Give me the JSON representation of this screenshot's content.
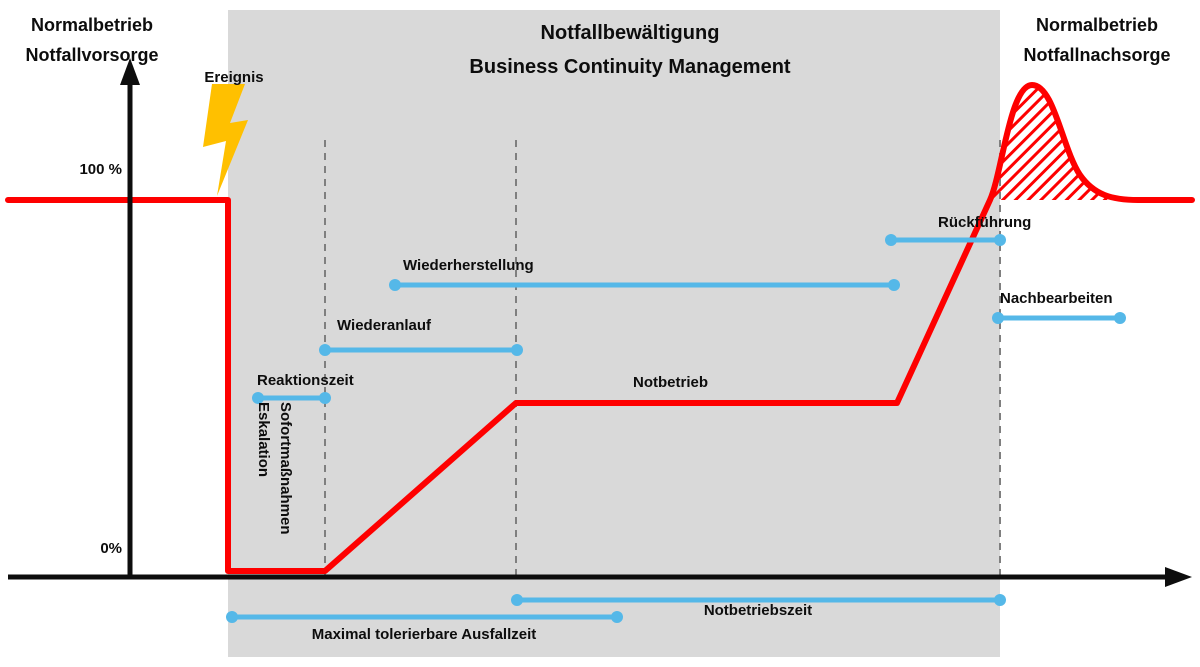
{
  "headers": {
    "left_line1": "Normalbetrieb",
    "left_line2": "Notfallvorsorge",
    "center_line1": "Notfallbewältigung",
    "center_line2": "Business Continuity Management",
    "right_line1": "Normalbetrieb",
    "right_line2": "Notfallnachsorge"
  },
  "axis": {
    "y_max": "100 %",
    "y_min": "0%"
  },
  "event": {
    "label": "Ereignis"
  },
  "escalation": {
    "line1": "Eskalation",
    "line2": "Sofortmaßnahmen"
  },
  "phases": {
    "reaktionszeit": "Reaktionszeit",
    "wiederanlauf": "Wiederanlauf",
    "wiederherstellung": "Wiederherstellung",
    "notbetrieb": "Notbetrieb",
    "rueckfuehrung": "Rückführung",
    "nachbearbeiten": "Nachbearbeiten",
    "notbetriebszeit": "Notbetriebszeit",
    "max_ausfallzeit": "Maximal tolerierbare Ausfallzeit"
  },
  "colors": {
    "red": "#fe0000",
    "blue": "#55b8e8",
    "yellow": "#ffc000",
    "gray": "#d9d9d9",
    "dash": "#7f7f7f",
    "ink": "#0d0d0d"
  }
}
